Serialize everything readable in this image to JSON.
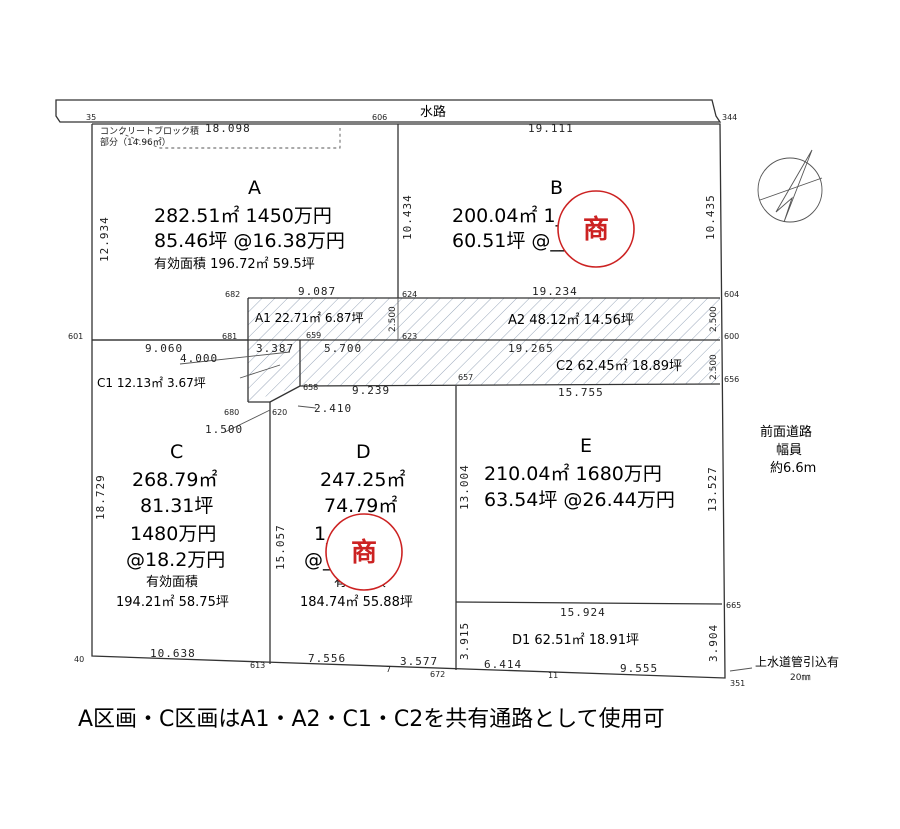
{
  "waterway": {
    "label": "水路"
  },
  "block_note": {
    "line1": "コンクリートブロック積",
    "line2": "部分（14.96㎡）"
  },
  "lots": {
    "A": {
      "name": "A",
      "line1": "282.51㎡ 1450万円",
      "line2": "85.46坪 @16.38万円",
      "line3": "有効面積 196.72㎡ 59.5坪"
    },
    "B": {
      "name": "B",
      "line1": "200.04㎡ 1___万円",
      "line2": "60.51坪 @___万円"
    },
    "C": {
      "name": "C",
      "line1": "268.79㎡",
      "line2": "81.31坪",
      "line3": "1480万円",
      "line4": "@18.2万円",
      "line5": "有効面積",
      "line6": "194.21㎡ 58.75坪"
    },
    "D": {
      "name": "D",
      "line1": "247.25㎡",
      "line2": "74.79㎡",
      "line3": "1___万円",
      "line4": "@___万円",
      "line5": "有効面積",
      "line6": "184.74㎡ 55.88坪"
    },
    "E": {
      "name": "E",
      "line1": "210.04㎡ 1680万円",
      "line2": "63.54坪 @26.44万円"
    }
  },
  "shared": {
    "A1": "A1 22.71㎡ 6.87坪",
    "A2": "A2 48.12㎡ 14.56坪",
    "C1": "C1 12.13㎡ 3.67坪",
    "C2": "C2 62.45㎡ 18.89坪",
    "D1": "D1 62.51㎡ 18.91坪"
  },
  "seal": {
    "char": "商",
    "color": "#cc2222"
  },
  "road": {
    "line1": "前面道路",
    "line2": "幅員",
    "line3": "約6.6m"
  },
  "water_pipe": {
    "line1": "上水道管引込有",
    "line2": "20㎜"
  },
  "dimensions": {
    "d18098": "18.098",
    "d19111": "19.111",
    "d12934": "12.934",
    "d10434": "10.434",
    "d10435": "10.435",
    "d9087": "9.087",
    "d19234": "19.234",
    "d2500a": "2.500",
    "d2500b": "2.500",
    "d9060": "9.060",
    "d3387": "3.387",
    "d5700": "5.700",
    "d19265": "19.265",
    "d2500c": "2.500",
    "d4000": "4.000",
    "d9239": "9.239",
    "d15755": "15.755",
    "d2410": "2.410",
    "d1500": "1.500",
    "d18729": "18.729",
    "d15057": "15.057",
    "d13004": "13.004",
    "d13527": "13.527",
    "d15924": "15.924",
    "d3915": "3.915",
    "d3904": "3.904",
    "d10638": "10.638",
    "d7556": "7.556",
    "d3577": "3.577",
    "d6414": "6.414",
    "d9555": "9.555"
  },
  "points": {
    "p35": "35",
    "p606": "606",
    "p344": "344",
    "p601": "601",
    "p682": "682",
    "p624": "624",
    "p604": "604",
    "p681": "681",
    "p659": "659",
    "p623": "623",
    "p600": "600",
    "p658": "658",
    "p657": "657",
    "p656": "656",
    "p680": "680",
    "p620": "620",
    "p665": "665",
    "p40": "40",
    "p613": "613",
    "p7": "7",
    "p672": "672",
    "p11": "11",
    "p351": "351"
  },
  "footnote": "A区画・C区画はA1・A2・C1・C2を共有通路として使用可"
}
